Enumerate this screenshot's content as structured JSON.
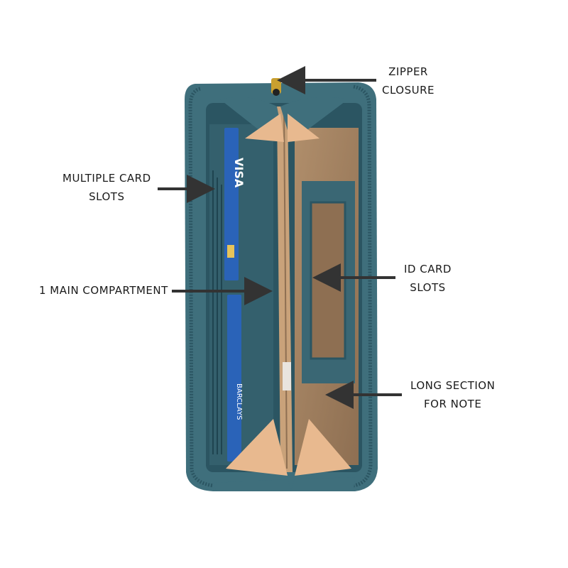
{
  "colors": {
    "wallet_teal": "#3f6f7c",
    "wallet_teal_dark": "#2b5562",
    "lining_tan": "#a88663",
    "lining_light": "#e8b98f",
    "arrow": "#333333"
  },
  "callouts": {
    "zipper": {
      "line1": "ZIPPER",
      "line2": "CLOSURE"
    },
    "card_slots": {
      "line1": "MULTIPLE CARD",
      "line2": "SLOTS"
    },
    "main_compartment": {
      "line1": "1 MAIN COMPARTMENT"
    },
    "id_slots": {
      "line1": "ID CARD",
      "line2": "SLOTS"
    },
    "long_section": {
      "line1": "LONG SECTION",
      "line2": "FOR NOTE"
    }
  },
  "cards": {
    "top": {
      "text": "VISA",
      "color": "#2a63b8"
    },
    "bottom": {
      "text": "BARCLAYS",
      "color": "#2a63b8"
    }
  }
}
